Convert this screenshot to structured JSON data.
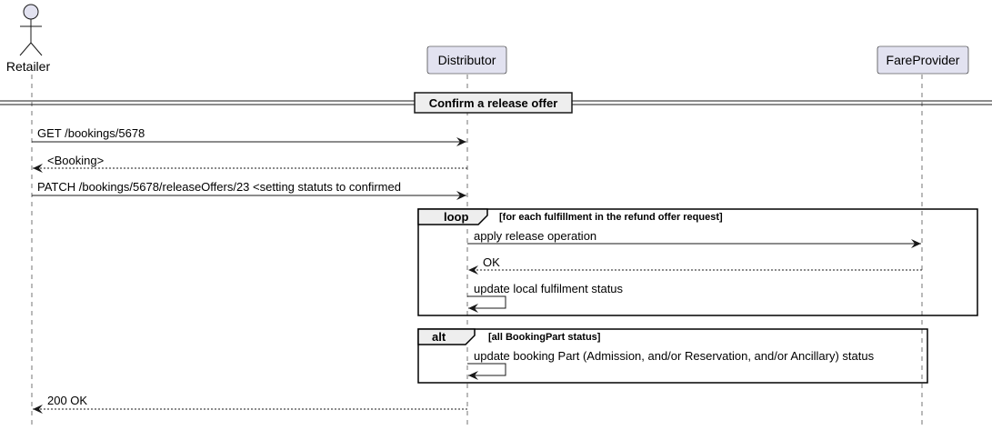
{
  "participants": [
    {
      "id": "retailer",
      "label": "Retailer",
      "kind": "actor"
    },
    {
      "id": "distributor",
      "label": "Distributor",
      "kind": "box"
    },
    {
      "id": "fareprovider",
      "label": "FareProvider",
      "kind": "box"
    }
  ],
  "divider": {
    "label": "Confirm a release offer"
  },
  "messages": [
    {
      "id": "m1",
      "label": "GET /bookings/5678",
      "from": "retailer",
      "to": "distributor",
      "style": "solid"
    },
    {
      "id": "m2",
      "label": "<Booking>",
      "from": "distributor",
      "to": "retailer",
      "style": "dashed"
    },
    {
      "id": "m3",
      "label": "PATCH /bookings/5678/releaseOffers/23 <setting statuts to confirmed",
      "from": "retailer",
      "to": "distributor",
      "style": "solid"
    },
    {
      "id": "m4",
      "label": "apply release operation",
      "from": "distributor",
      "to": "fareprovider",
      "style": "solid"
    },
    {
      "id": "m5",
      "label": "OK",
      "from": "fareprovider",
      "to": "distributor",
      "style": "dashed"
    },
    {
      "id": "m6",
      "label": "update local fulfilment status",
      "from": "distributor",
      "to": "distributor",
      "style": "self"
    },
    {
      "id": "m7",
      "label": "update booking Part (Admission, and/or Reservation, and/or Ancillary) status",
      "from": "distributor",
      "to": "distributor",
      "style": "self"
    },
    {
      "id": "m8",
      "label": "200 OK",
      "from": "distributor",
      "to": "retailer",
      "style": "dashed"
    }
  ],
  "fragments": [
    {
      "id": "loop",
      "keyword": "loop",
      "guard": "[for each fulfillment in the refund offer request]"
    },
    {
      "id": "alt",
      "keyword": "alt",
      "guard": "[all BookingPart status]"
    }
  ],
  "colors": {
    "participant_fill": "#e2e2f0",
    "participant_border": "#181818",
    "lifeline": "#181818",
    "divider_fill": "#eeeeee",
    "fragment_tab_fill": "#eeeeee"
  }
}
